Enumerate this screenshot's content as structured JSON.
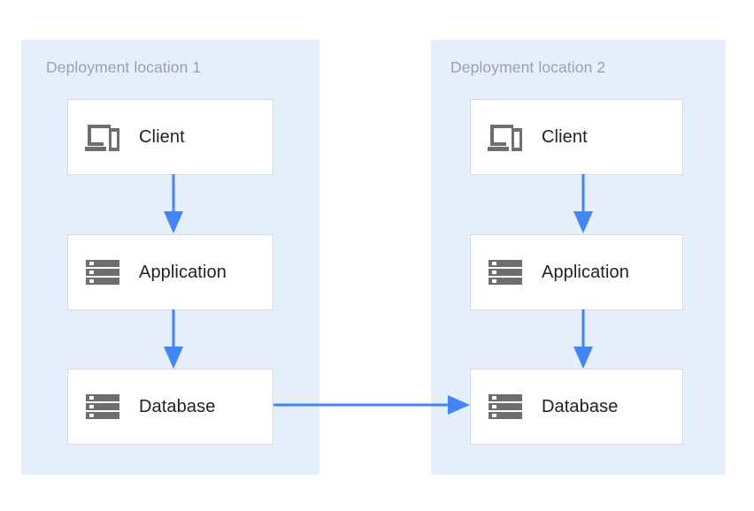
{
  "diagram": {
    "title_present": false,
    "zones": [
      {
        "id": "zone-1",
        "label": "Deployment location 1",
        "nodes": [
          {
            "id": "client-1",
            "label": "Client",
            "icon": "client-devices-icon"
          },
          {
            "id": "application-1",
            "label": "Application",
            "icon": "server-stack-icon"
          },
          {
            "id": "database-1",
            "label": "Database",
            "icon": "server-stack-icon"
          }
        ]
      },
      {
        "id": "zone-2",
        "label": "Deployment location 2",
        "nodes": [
          {
            "id": "client-2",
            "label": "Client",
            "icon": "client-devices-icon"
          },
          {
            "id": "application-2",
            "label": "Application",
            "icon": "server-stack-icon"
          },
          {
            "id": "database-2",
            "label": "Database",
            "icon": "server-stack-icon"
          }
        ]
      }
    ],
    "connectors": [
      {
        "id": "conn-client1-app1",
        "from": "client-1",
        "to": "application-1",
        "direction": "down",
        "arrowheads": "end"
      },
      {
        "id": "conn-app1-db1",
        "from": "application-1",
        "to": "database-1",
        "direction": "down",
        "arrowheads": "end"
      },
      {
        "id": "conn-client2-app2",
        "from": "client-2",
        "to": "application-2",
        "direction": "down",
        "arrowheads": "end"
      },
      {
        "id": "conn-app2-db2",
        "from": "application-2",
        "to": "database-2",
        "direction": "down",
        "arrowheads": "end"
      },
      {
        "id": "conn-db1-db2",
        "from": "database-1",
        "to": "database-2",
        "direction": "right",
        "arrowheads": "end"
      }
    ]
  },
  "colors": {
    "canvas_background": "#ffffff",
    "zone_background": "#e5effb",
    "zone_label_text": "#9aa0a6",
    "node_background": "#ffffff",
    "node_border": "#d5d8dc",
    "node_label_text": "#202124",
    "icon_gray": "#6e6e6e",
    "arrow_blue": "#4285f4"
  }
}
